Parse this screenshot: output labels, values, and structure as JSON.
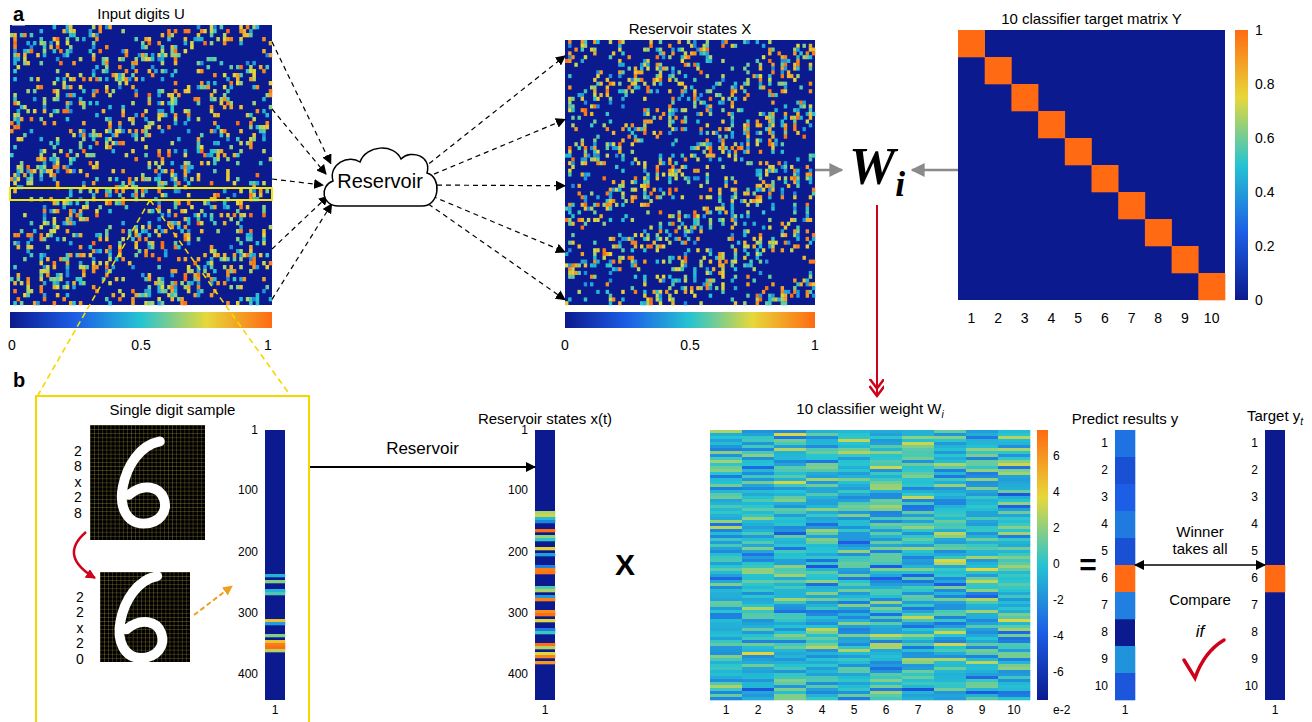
{
  "diagram": {
    "nodes": [
      {
        "text": [
          "Input digits U"
        ]
      },
      {
        "text": [
          "Reservoir"
        ]
      },
      {
        "text": [
          "Reservoir states X"
        ]
      },
      {
        "text": [
          "W",
          "i"
        ]
      },
      {
        "text": [
          "10 classifier target matrix Y"
        ]
      },
      {
        "text": [
          "Single digit sample"
        ]
      },
      {
        "text": [
          "Reservoir states x(t)"
        ]
      },
      {
        "text": [
          "10 classifier weight W",
          "i"
        ]
      },
      {
        "text": [
          "Predict results y"
        ]
      },
      {
        "text": [
          "Target y",
          "t"
        ]
      }
    ],
    "edges": [
      {
        "from": 0,
        "to": 1,
        "arrow": "to"
      },
      {
        "from": 1,
        "to": 2,
        "arrow": "to"
      },
      {
        "from": 2,
        "to": 3,
        "arrow": "to"
      },
      {
        "from": 4,
        "to": 3,
        "arrow": "to"
      },
      {
        "from": 3,
        "to": 7,
        "arrow": "to"
      },
      {
        "from": 5,
        "to": 6,
        "arrow": "to",
        "label": "Reservoir"
      },
      {
        "from": 8,
        "to": 9,
        "arrow": "both",
        "label": "Winner takes all"
      }
    ],
    "labels": [
      "a",
      "0",
      "0.5",
      "1",
      "0",
      "0.5",
      "1",
      "1",
      "2",
      "3",
      "4",
      "5",
      "6",
      "7",
      "8",
      "9",
      "10",
      "0",
      "0.2",
      "0.4",
      "0.6",
      "0.8",
      "1",
      "b",
      "28x28",
      "22x20",
      "1",
      "100",
      "200",
      "300",
      "400",
      "1",
      "1",
      "100",
      "200",
      "300",
      "400",
      "1",
      "X",
      "1",
      "2",
      "3",
      "4",
      "5",
      "6",
      "7",
      "8",
      "9",
      "10",
      "6",
      "4",
      "2",
      "0",
      "-2",
      "-4",
      "-6",
      "e-2",
      "=",
      "1",
      "2",
      "3",
      "4",
      "5",
      "6",
      "7",
      "8",
      "9",
      "10",
      "1",
      "1",
      "2",
      "3",
      "4",
      "5",
      "6",
      "7",
      "8",
      "9",
      "10",
      "1",
      "Compare",
      "if"
    ]
  }
}
